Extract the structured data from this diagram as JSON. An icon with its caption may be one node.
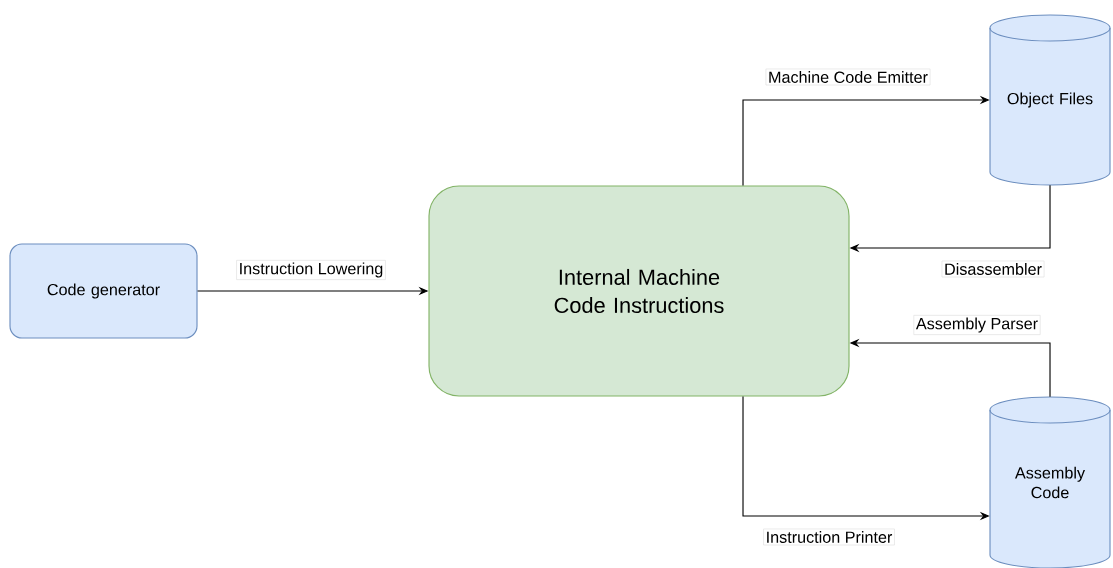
{
  "diagram": {
    "nodes": [
      {
        "text": [
          "Code generator"
        ]
      },
      {
        "text": [
          "Internal Machine Code Instructions"
        ]
      },
      {
        "text": [
          "Object Files"
        ]
      },
      {
        "text": [
          "Assembly Code"
        ]
      }
    ],
    "edges": [
      {
        "from": 0,
        "to": 1,
        "arrow": "to",
        "label": "Instruction Lowering"
      },
      {
        "from": 1,
        "to": 2,
        "arrow": "to",
        "label": "Machine Code Emitter"
      },
      {
        "from": 2,
        "to": 1,
        "arrow": "to",
        "label": "Disassembler"
      },
      {
        "from": 3,
        "to": 1,
        "arrow": "to",
        "label": "Assembly Parser"
      },
      {
        "from": 1,
        "to": 3,
        "arrow": "to",
        "label": "Instruction Printer"
      }
    ]
  }
}
